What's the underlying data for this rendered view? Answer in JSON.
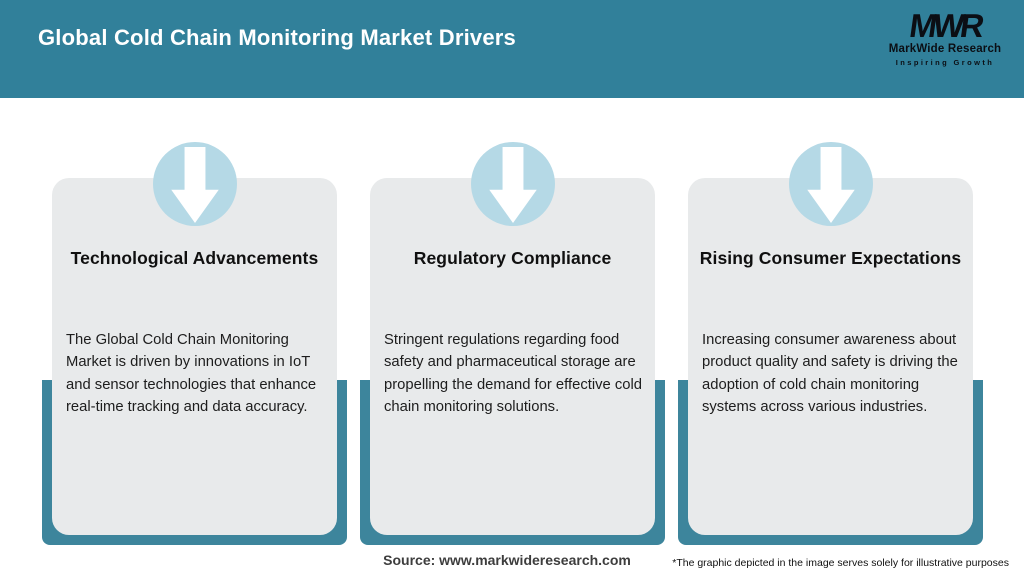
{
  "header": {
    "title": "Global Cold Chain Monitoring Market Drivers"
  },
  "logo": {
    "monogram": "MWR",
    "name": "MarkWide Research",
    "tagline": "Inspiring Growth"
  },
  "cards": [
    {
      "icon": "down-arrow-icon",
      "title": "Technological Advancements",
      "body_lines": [
        "The Global Cold Chain Monitoring",
        "Market is driven by innovations in IoT",
        "and sensor technologies that enhance",
        "real-time tracking and data accuracy."
      ]
    },
    {
      "icon": "down-arrow-icon",
      "title": "Regulatory Compliance",
      "body_lines": [
        "Stringent regulations regarding food",
        "safety and pharmaceutical storage are",
        "propelling the demand for effective cold",
        "chain monitoring solutions."
      ]
    },
    {
      "icon": "down-arrow-icon",
      "title": "Rising Consumer Expectations",
      "body_lines": [
        "Increasing consumer awareness about",
        "product quality and safety is driving the",
        "adoption of cold chain monitoring",
        "systems across various industries."
      ]
    }
  ],
  "footer": {
    "source": "Source: www.markwideresearch.com",
    "disclaimer": "*The graphic depicted in the image serves solely for illustrative purposes"
  },
  "colors": {
    "header_teal": "#31809a",
    "frame_teal": "#3d859c",
    "circle_blue": "#b5d9e6",
    "card_gray": "#e8eaeb",
    "arrow_white": "#ffffff"
  }
}
